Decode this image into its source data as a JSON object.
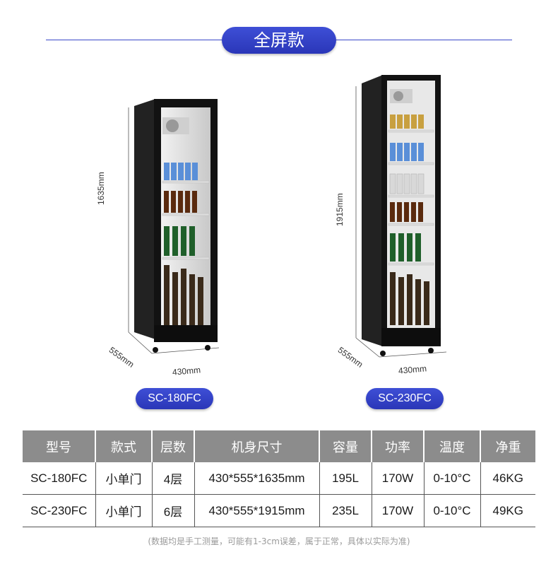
{
  "header": {
    "title": "全屏款"
  },
  "products": [
    {
      "model": "SC-180FC",
      "height_label": "1635mm",
      "depth_label": "555mm",
      "width_label": "430mm"
    },
    {
      "model": "SC-230FC",
      "height_label": "1915mm",
      "depth_label": "555mm",
      "width_label": "430mm"
    }
  ],
  "table": {
    "headers": [
      "型号",
      "款式",
      "层数",
      "机身尺寸",
      "容量",
      "功率",
      "温度",
      "净重"
    ],
    "rows": [
      [
        "SC-180FC",
        "小单门",
        "4层",
        "430*555*1635mm",
        "195L",
        "170W",
        "0-10°C",
        "46KG"
      ],
      [
        "SC-230FC",
        "小单门",
        "6层",
        "430*555*1915mm",
        "235L",
        "170W",
        "0-10°C",
        "49KG"
      ]
    ]
  },
  "footnote": "(数据均是手工测量，可能有1-3cm误差，属于正常，具体以实际为准)",
  "colors": {
    "accent": "#3040c8",
    "table_header": "#8c8c8c",
    "cabinet": "#151515"
  }
}
